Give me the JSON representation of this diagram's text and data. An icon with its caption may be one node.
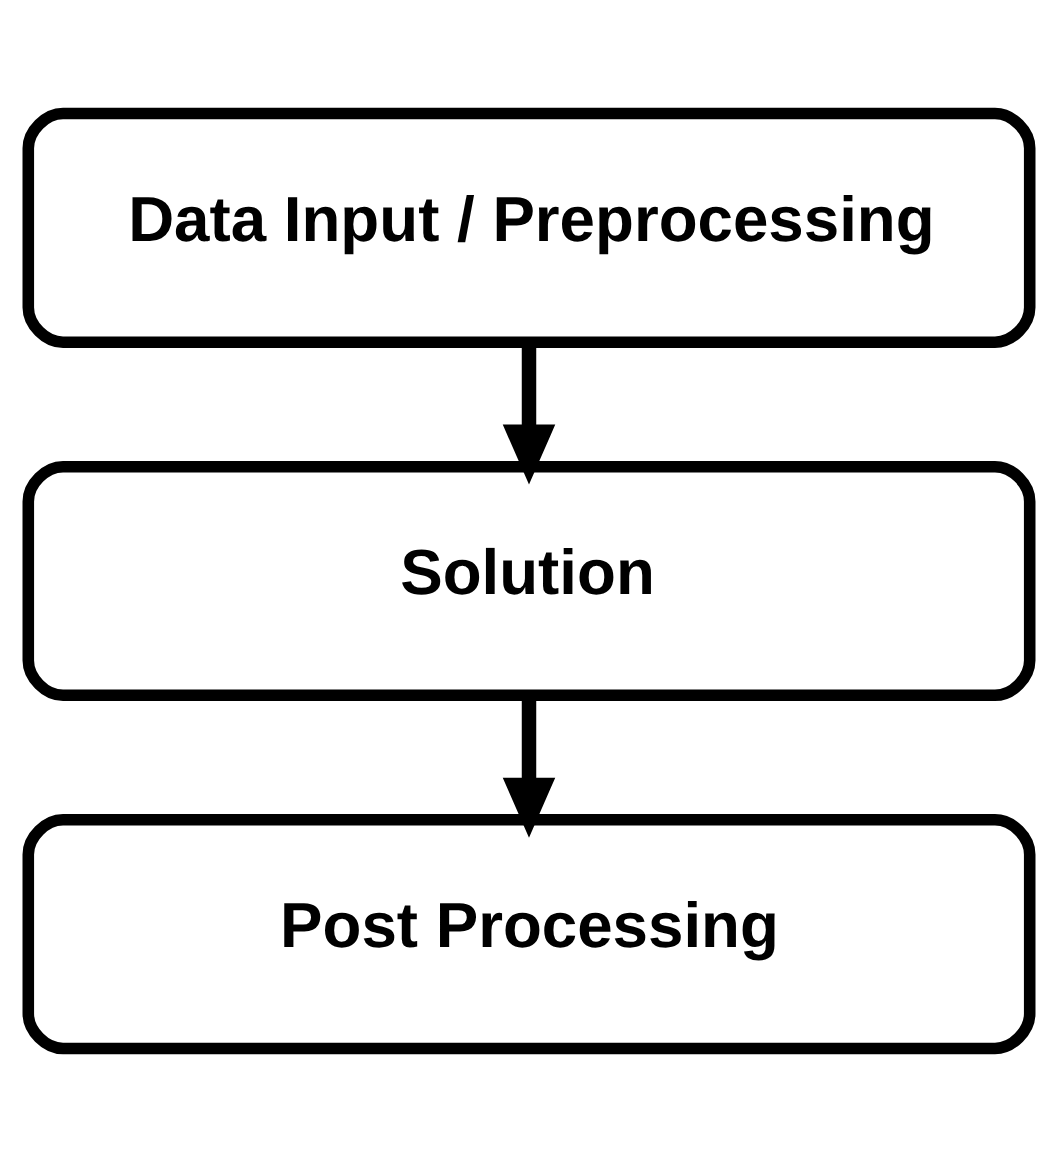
{
  "diagram": {
    "nodes": [
      {
        "text": [
          "Data Input / Preprocessing"
        ]
      },
      {
        "text": [
          "Solution"
        ]
      },
      {
        "text": [
          "Post Processing"
        ]
      }
    ],
    "edges": [
      {
        "from": 0,
        "to": 1,
        "arrow": "to"
      },
      {
        "from": 1,
        "to": 2,
        "arrow": "to"
      }
    ]
  }
}
